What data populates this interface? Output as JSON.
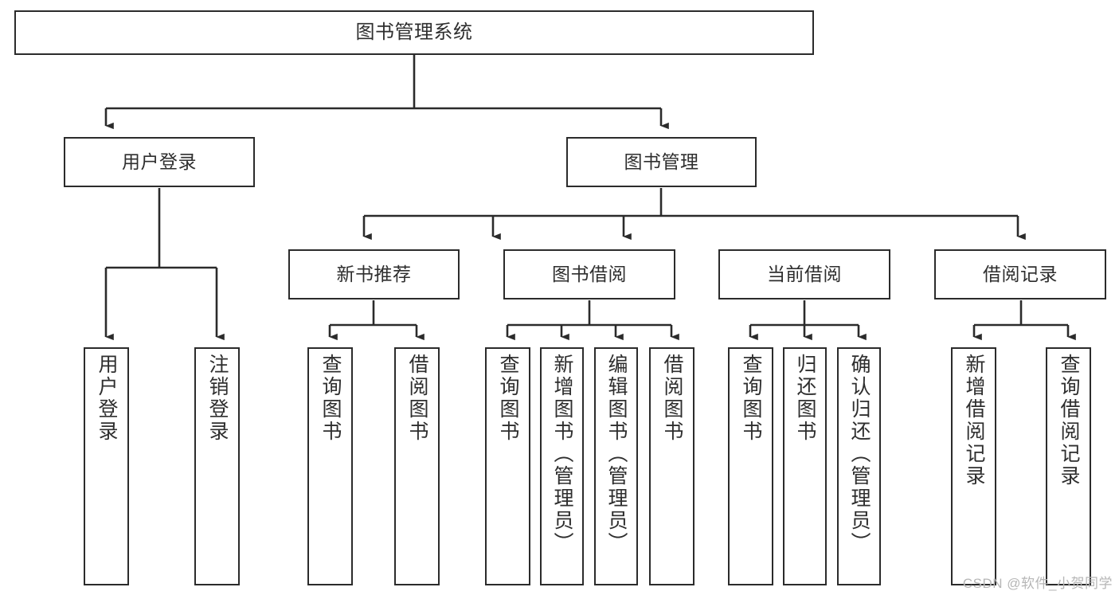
{
  "diagram": {
    "title": "图书管理系统",
    "type": "tree-hierarchy-chart",
    "colors": {
      "border": "#2b2b2b",
      "text": "#2e2e2e",
      "background": "#ffffff",
      "watermark": "#b6b6b6"
    },
    "root": {
      "label": "图书管理系统"
    },
    "level2": [
      {
        "label": "用户登录"
      },
      {
        "label": "图书管理"
      }
    ],
    "level3": [
      {
        "label": "新书推荐"
      },
      {
        "label": "图书借阅"
      },
      {
        "label": "当前借阅"
      },
      {
        "label": "借阅记录"
      }
    ],
    "leaves": {
      "user_login": [
        {
          "label": "用户登录"
        },
        {
          "label": "注销登录"
        }
      ],
      "new_book_recommend": [
        {
          "label": "查询图书"
        },
        {
          "label": "借阅图书"
        }
      ],
      "book_borrow": [
        {
          "label": "查询图书"
        },
        {
          "label": "新增图书（管理员）"
        },
        {
          "label": "编辑图书（管理员）"
        },
        {
          "label": "借阅图书"
        }
      ],
      "current_borrow": [
        {
          "label": "查询图书"
        },
        {
          "label": "归还图书"
        },
        {
          "label": "确认归还（管理员）"
        }
      ],
      "borrow_record": [
        {
          "label": "新增借阅记录"
        },
        {
          "label": "查询借阅记录"
        }
      ]
    }
  },
  "watermark": {
    "text": "CSDN @软件_小贺同学"
  }
}
